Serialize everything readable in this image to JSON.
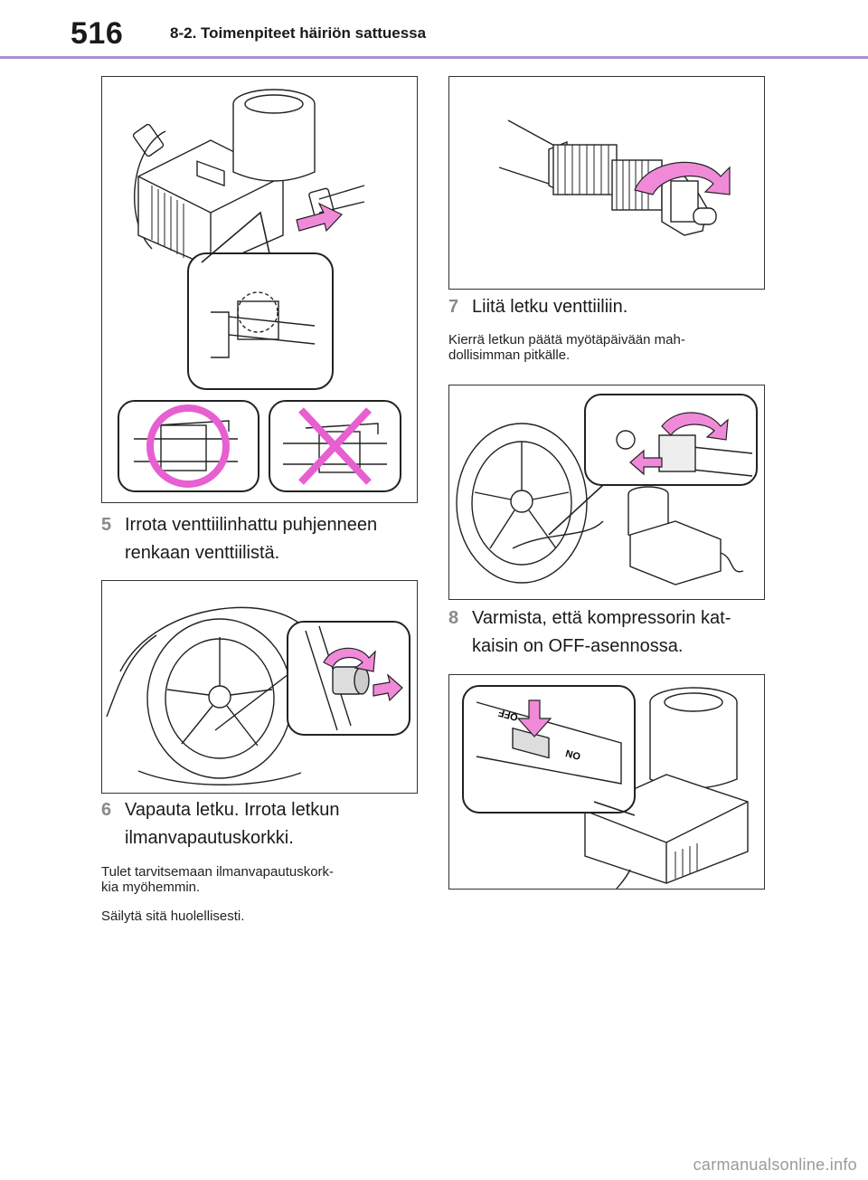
{
  "header": {
    "page_number": "516",
    "section": "8-2. Toimenpiteet häiriön sattuessa"
  },
  "steps": [
    {
      "num": "5",
      "text_line1": "Irrota venttiilinhattu puhjenneen",
      "text_line2": "renkaan venttiilistä."
    },
    {
      "num": "6",
      "text_line1": "Vapauta letku. Irrota letkun",
      "text_line2": "ilmanvapautuskorkki."
    },
    {
      "num": "7",
      "text_line1": "Liitä letku venttiiliin."
    },
    {
      "num": "8",
      "text_line1": "Varmista, että kompressorin kat-",
      "text_line2": "kaisin on OFF-asennossa."
    }
  ],
  "notes": {
    "step6_line1": "Tulet tarvitsemaan ilmanvapautuskork-",
    "step6_line2": "kia myöhemmin.",
    "step6_b": "Säilytä sitä huolellisesti.",
    "step7_line1": "Kierrä letkun päätä myötäpäivään mah-",
    "step7_line2": "dollisimman pitkälle."
  },
  "switch_labels": {
    "off": "OFF",
    "on": "ON"
  },
  "colors": {
    "accent": "#a98fd4",
    "arrow": "#f08ad8",
    "badge": "#e75fd0"
  },
  "watermark": "carmanualsonline.info"
}
